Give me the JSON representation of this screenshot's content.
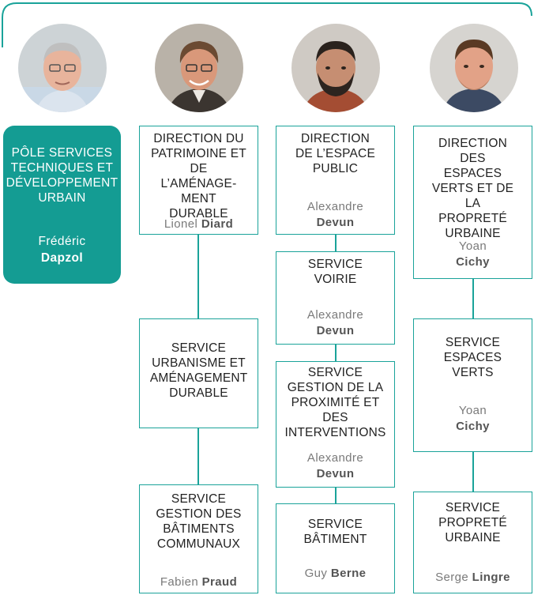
{
  "colors": {
    "accent": "#149c93",
    "line": "#1aa39a"
  },
  "people": [
    {
      "name": "Frédéric Dapzol",
      "icon": "person-photo"
    },
    {
      "name": "Lionel Diard",
      "icon": "person-photo"
    },
    {
      "name": "Alexandre Devun",
      "icon": "person-photo"
    },
    {
      "name": "Yoan Cichy",
      "icon": "person-photo"
    }
  ],
  "pole": {
    "title": "PÔLE SERVICES TECHNIQUES ET DÉVELOPPEMENT URBAIN",
    "first": "Frédéric",
    "last": "Dapzol"
  },
  "col1": [
    {
      "title": "DIRECTION DU PATRIMOINE ET DE L’AMÉNAGE- MENT DURABLE",
      "first": "Lionel",
      "last": "Diard"
    },
    {
      "title": "SERVICE URBANISME ET AMÉNAGEMENT DURABLE",
      "first": "",
      "last": ""
    },
    {
      "title": "SERVICE GESTION DES BÂTIMENTS COMMUNAUX",
      "first": "Fabien",
      "last": "Praud"
    }
  ],
  "col2": [
    {
      "title": "DIRECTION DE L’ESPACE PUBLIC",
      "first": "Alexandre",
      "last": "Devun"
    },
    {
      "title": "SERVICE VOIRIE",
      "first": "Alexandre",
      "last": "Devun"
    },
    {
      "title": "SERVICE GESTION DE LA PROXIMITÉ ET DES INTERVENTIONS",
      "first": "Alexandre",
      "last": "Devun"
    },
    {
      "title": "SERVICE BÂTIMENT",
      "first": "Guy",
      "last": "Berne"
    }
  ],
  "col3": [
    {
      "title": "DIRECTION DES ESPACES VERTS ET DE LA PROPRETÉ URBAINE",
      "first": "Yoan",
      "last": "Cichy"
    },
    {
      "title": "SERVICE ESPACES VERTS",
      "first": "Yoan",
      "last": "Cichy"
    },
    {
      "title": "SERVICE PROPRETÉ URBAINE",
      "first": "Serge",
      "last": "Lingre"
    }
  ]
}
